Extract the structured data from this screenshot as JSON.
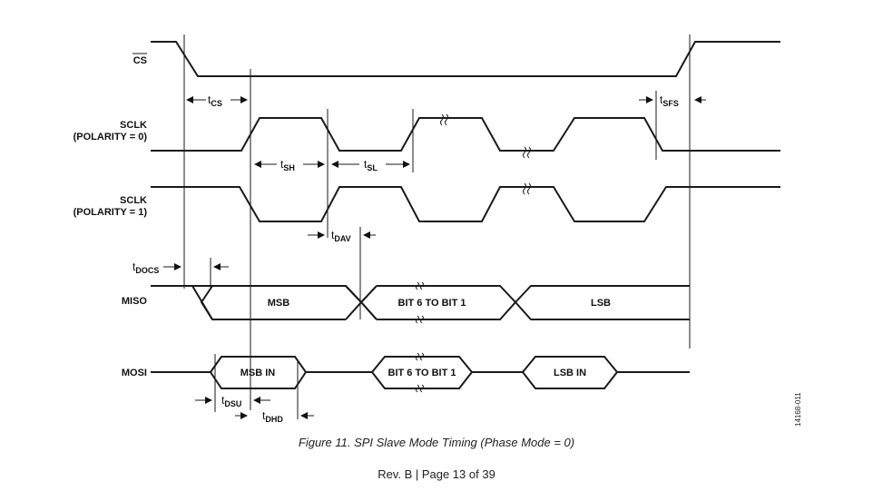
{
  "figure": {
    "caption": "Figure 11. SPI Slave Mode Timing (Phase Mode = 0)",
    "figure_id": "14168-011"
  },
  "footer": {
    "text": "Rev. B | Page 13 of 39"
  },
  "signals": {
    "cs": "CS",
    "sclk_pol0_line1": "SCLK",
    "sclk_pol0_line2": "(POLARITY = 0)",
    "sclk_pol1_line1": "SCLK",
    "sclk_pol1_line2": "(POLARITY = 1)",
    "miso": "MISO",
    "mosi": "MOSI"
  },
  "data_labels": {
    "miso_msb": "MSB",
    "miso_mid": "BIT 6 TO BIT 1",
    "miso_lsb": "LSB",
    "mosi_msb": "MSB IN",
    "mosi_mid": "BIT 6 TO BIT 1",
    "mosi_lsb": "LSB IN"
  },
  "timing": {
    "tcs": {
      "t": "t",
      "sub": "CS"
    },
    "tsfs": {
      "t": "t",
      "sub": "SFS"
    },
    "tsh": {
      "t": "t",
      "sub": "SH"
    },
    "tsl": {
      "t": "t",
      "sub": "SL"
    },
    "tdav": {
      "t": "t",
      "sub": "DAV"
    },
    "tdocs": {
      "t": "t",
      "sub": "DOCS"
    },
    "tdsu": {
      "t": "t",
      "sub": "DSU"
    },
    "tdhd": {
      "t": "t",
      "sub": "DHD"
    }
  }
}
